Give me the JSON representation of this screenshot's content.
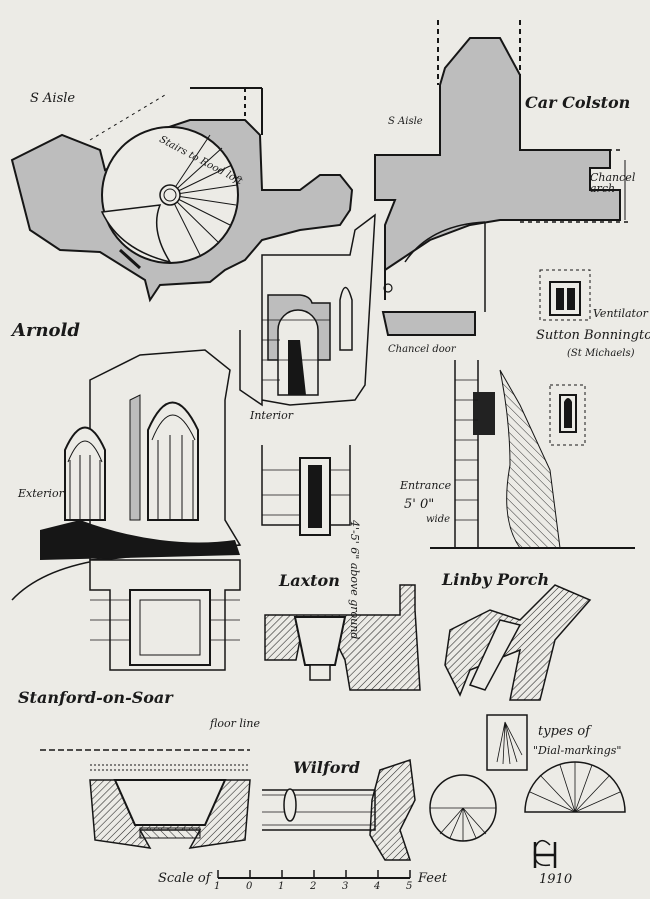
{
  "plate": {
    "s_aisle_1": "S Aisle",
    "s_aisle_2": "S Aisle",
    "car_colston": "Car Colston",
    "chancel_arch": "Chancel arch",
    "stairs": "Stairs to Rood loft",
    "arnold": "Arnold",
    "interior": "Interior",
    "chancel_door": "Chancel door",
    "ventilator": "Ventilator",
    "sutton": "Sutton Bonnington",
    "st_michaels": "(St Michaels)",
    "exterior": "Exterior",
    "entrance": "Entrance",
    "entrance_width": "5' 0\"",
    "entrance_wide": "wide",
    "ground_note": "4'-5' 6\" above ground",
    "laxton": "Laxton",
    "linby": "Linby Porch",
    "stanford": "Stanford-on-Soar",
    "floor_line": "floor line",
    "wilford": "Wilford",
    "types_of": "types of",
    "dial_markings": "\"Dial-markings\"",
    "scale_label": "Scale of",
    "feet_label": "Feet",
    "scale_ticks": [
      "1",
      "0",
      "1",
      "2",
      "3",
      "4",
      "5"
    ],
    "monogram": "H",
    "year": "1910"
  },
  "colors": {
    "paper": "#ecebe6",
    "ink": "#161616",
    "stone_fill": "#bdbdbd"
  }
}
